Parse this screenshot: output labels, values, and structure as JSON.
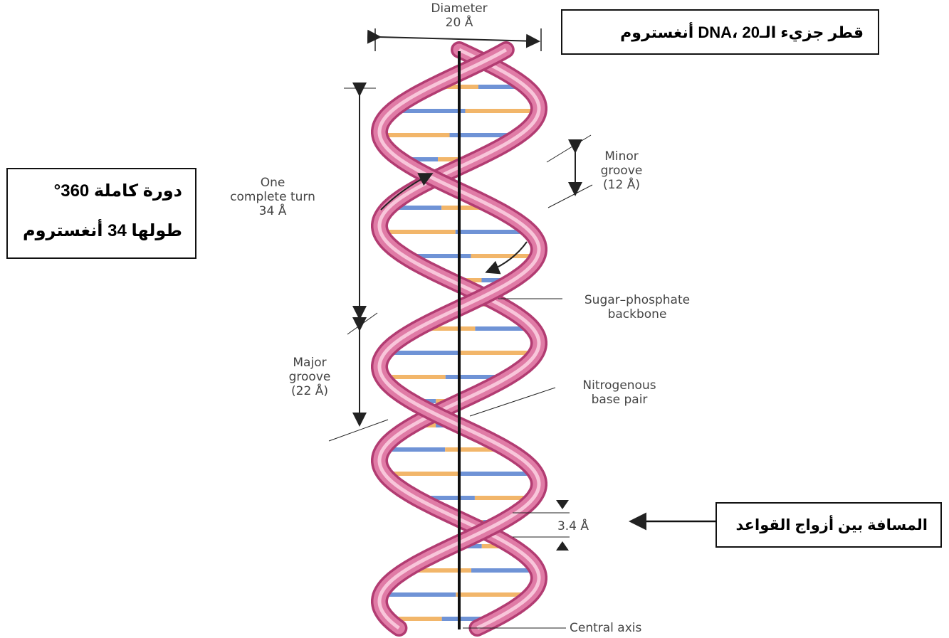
{
  "labels": {
    "diameter_title": "Diameter",
    "diameter_value": "20 Å",
    "turn_line1": "One",
    "turn_line2": "complete turn",
    "turn_line3": "34 Å",
    "minor_line1": "Minor",
    "minor_line2": "groove",
    "minor_line3": "(12 Å)",
    "backbone_line1": "Sugar–phosphate",
    "backbone_line2": "backbone",
    "major_line1": "Major",
    "major_line2": "groove",
    "major_line3": "(22 Å)",
    "base_line1": "Nitrogenous",
    "base_line2": "base pair",
    "spacing": "3.4 Å",
    "axis": "Central axis"
  },
  "annotations": {
    "diameter_box": "قطر جزيء الـDNA، 20 أنغستروم",
    "turn_box_line1": "دورة كاملة 360°",
    "turn_box_line2": "طولها 34 أنغستروم",
    "spacing_box": "المسافة بين أزواج القواعد"
  },
  "colors": {
    "backbone": "#e07ba6",
    "backbone_dark": "#b23c72",
    "base_blue": "#6f93d6",
    "base_orange": "#f2b66a",
    "axis": "#111111",
    "text": "#444444"
  }
}
